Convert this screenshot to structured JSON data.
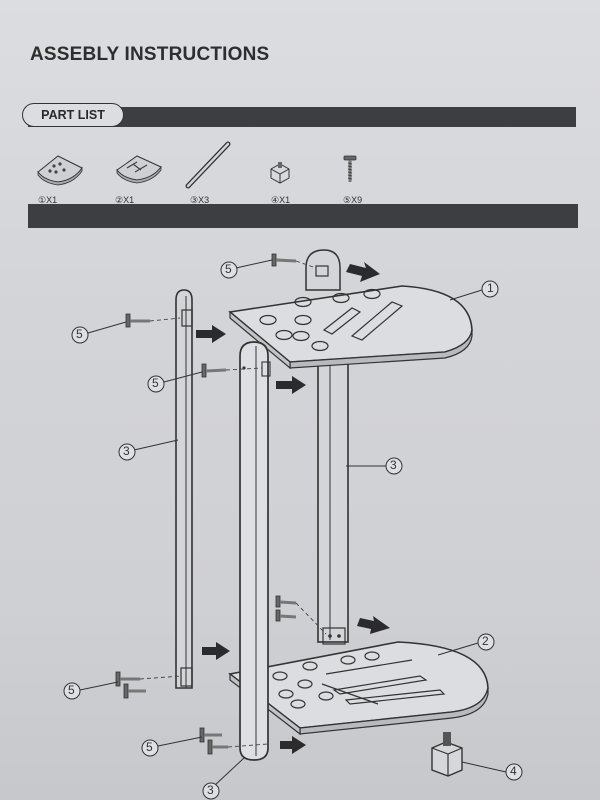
{
  "document": {
    "title": "ASSEBLY INSTRUCTIONS",
    "part_list_label": "PART LIST"
  },
  "parts": [
    {
      "qty_label": "①X1",
      "icon": "top-shelf-icon"
    },
    {
      "qty_label": "②X1",
      "icon": "bottom-shelf-icon"
    },
    {
      "qty_label": "③X3",
      "icon": "rod-icon"
    },
    {
      "qty_label": "④X1",
      "icon": "foot-pad-icon"
    },
    {
      "qty_label": "⑤X9",
      "icon": "screw-icon"
    }
  ],
  "callouts": {
    "top_shelf": "1",
    "bottom_shelf": "2",
    "post_right": "3",
    "post_left": "3",
    "post_front": "3",
    "foot": "4",
    "screw": "5"
  },
  "colors": {
    "paper": "#d6d7db",
    "ink": "#333333",
    "bar": "#3d3e41",
    "arrow": "#2b2b2d"
  }
}
